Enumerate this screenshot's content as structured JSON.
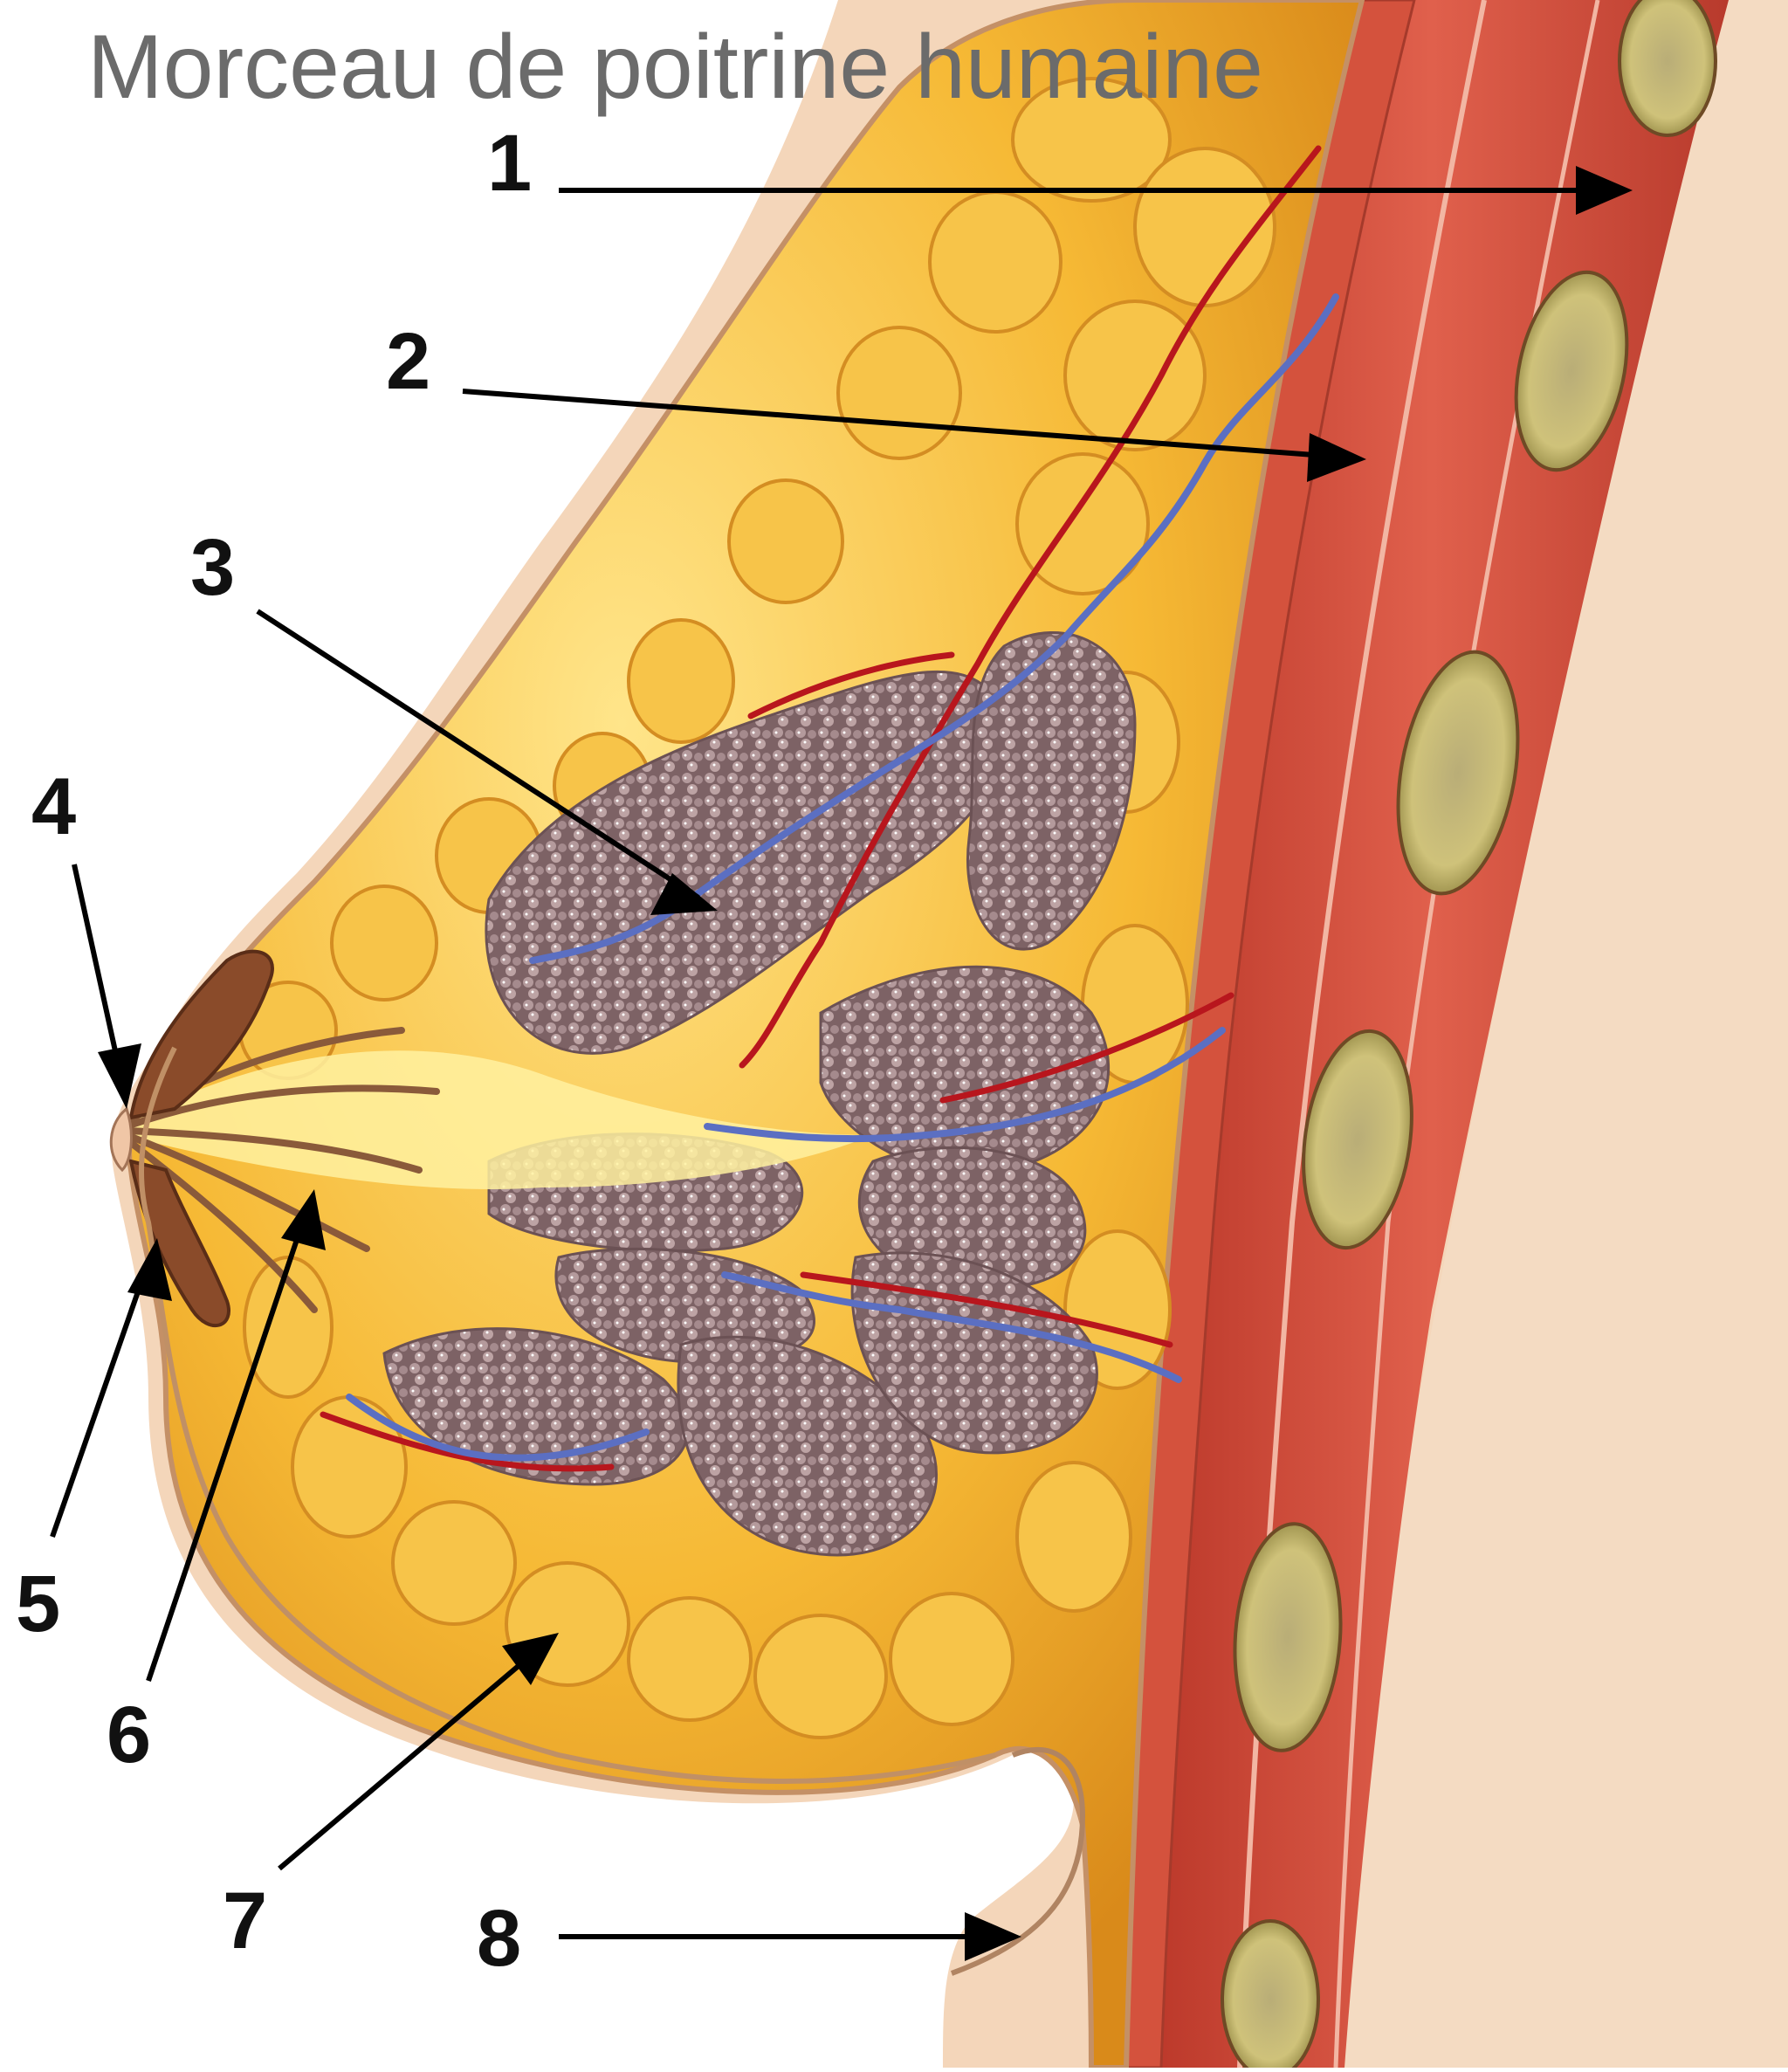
{
  "title": "Morceau de poitrine humaine",
  "labels": [
    "1",
    "2",
    "3",
    "4",
    "5",
    "6",
    "7",
    "8"
  ],
  "colors": {
    "skin": "#f2d2b4",
    "fat": "#f3b63a",
    "fat_light": "#ffd86b",
    "muscle": "#c9473b",
    "rib": "#c8bb6e",
    "gland": "#8a6f72",
    "artery": "#b8161d",
    "vein": "#5b6fc2",
    "arrow": "#000000"
  }
}
